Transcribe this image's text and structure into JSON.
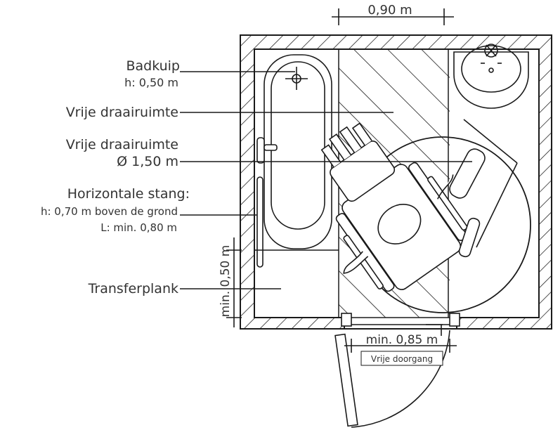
{
  "labels": {
    "badkuip": "Badkuip",
    "badkuip_height": "h: 0,50 m",
    "turning_space": "Vrije draairuimte",
    "turning_space_2": "Vrije draairuimte",
    "turning_diameter": "Ø 1,50 m",
    "grab_bar": "Horizontale stang:",
    "grab_bar_height": "h: 0,70 m boven de grond",
    "grab_bar_length": "L: min. 0,80 m",
    "transfer_board": "Transferplank"
  },
  "dimensions": {
    "top_width": "0,90 m",
    "vertical_min": "min. 0,50 m",
    "door_width": "min. 0,85 m",
    "door_label": "Vrije doorgang"
  },
  "colors": {
    "line": "#1a1a1a",
    "text": "#333333",
    "background": "#ffffff"
  }
}
